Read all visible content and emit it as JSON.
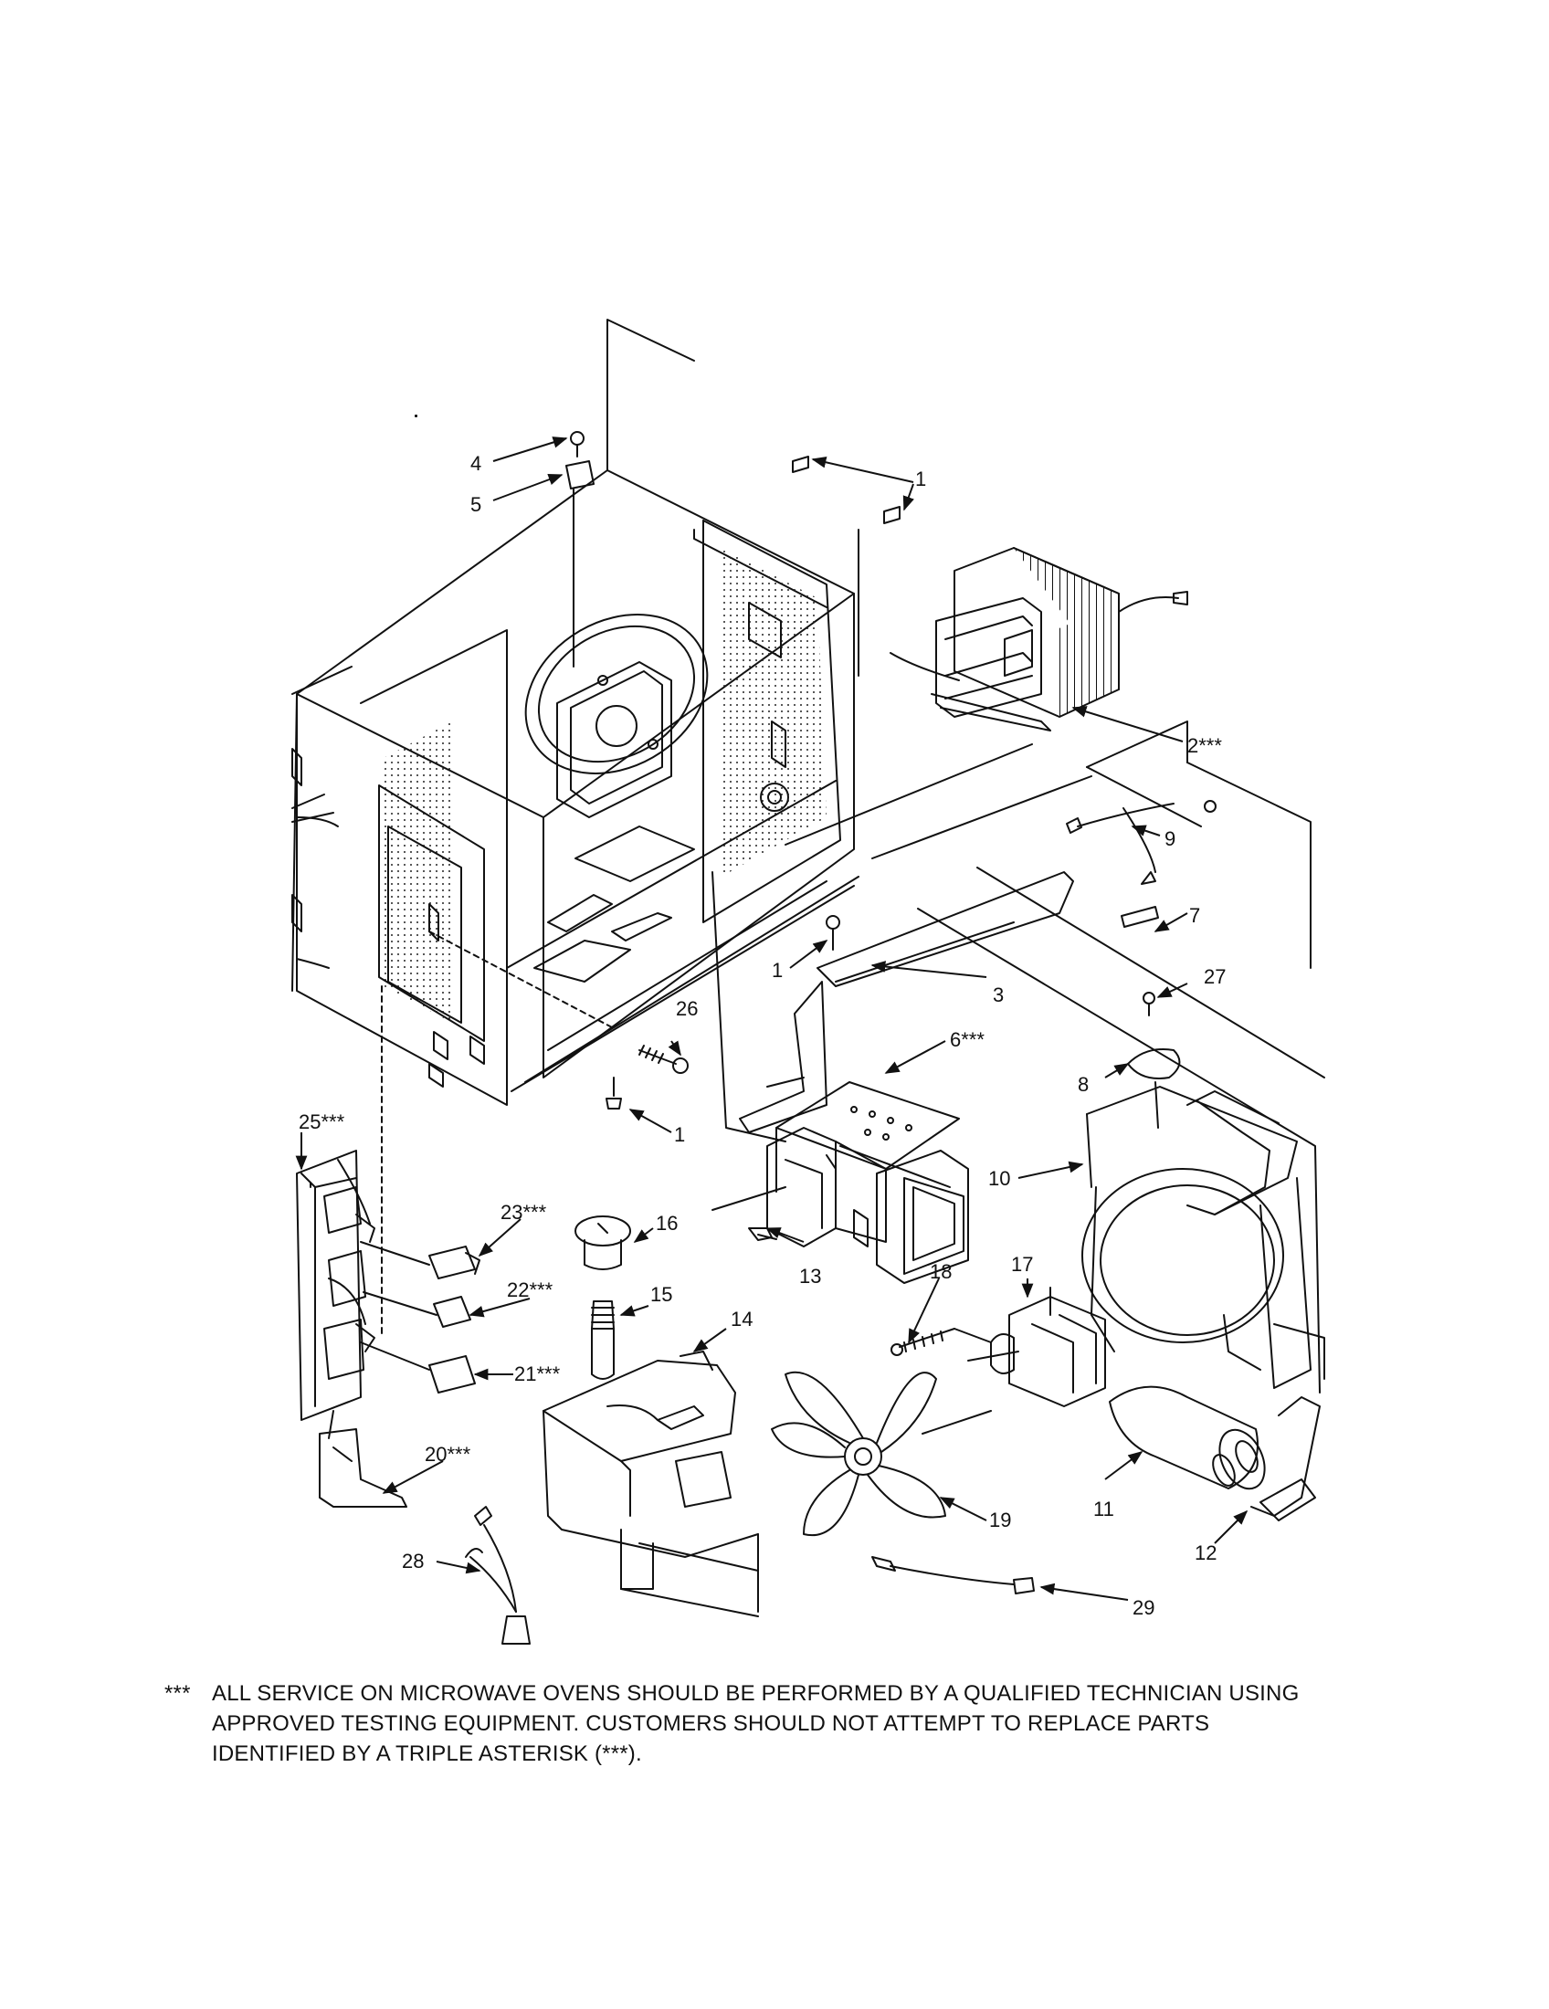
{
  "parts": [
    {
      "id": "1",
      "text": "1"
    },
    {
      "id": "2",
      "text": "2***"
    },
    {
      "id": "3",
      "text": "3"
    },
    {
      "id": "4",
      "text": "4"
    },
    {
      "id": "5",
      "text": "5"
    },
    {
      "id": "6",
      "text": "6***"
    },
    {
      "id": "7",
      "text": "7"
    },
    {
      "id": "8",
      "text": "8"
    },
    {
      "id": "9",
      "text": "9"
    },
    {
      "id": "10",
      "text": "10"
    },
    {
      "id": "11",
      "text": "11"
    },
    {
      "id": "12",
      "text": "12"
    },
    {
      "id": "13",
      "text": "13"
    },
    {
      "id": "14",
      "text": "14"
    },
    {
      "id": "15",
      "text": "15"
    },
    {
      "id": "16",
      "text": "16"
    },
    {
      "id": "17",
      "text": "17"
    },
    {
      "id": "18",
      "text": "18"
    },
    {
      "id": "19",
      "text": "19"
    },
    {
      "id": "20",
      "text": "20***"
    },
    {
      "id": "21",
      "text": "21***"
    },
    {
      "id": "22",
      "text": "22***"
    },
    {
      "id": "23",
      "text": "23***"
    },
    {
      "id": "25",
      "text": "25***"
    },
    {
      "id": "26",
      "text": "26"
    },
    {
      "id": "27",
      "text": "27"
    },
    {
      "id": "28",
      "text": "28"
    },
    {
      "id": "29",
      "text": "29"
    }
  ],
  "note": {
    "marker": "***",
    "lines": [
      "ALL SERVICE ON MICROWAVE OVENS SHOULD BE PERFORMED BY A QUALIFIED TECHNICIAN USING",
      "APPROVED TESTING EQUIPMENT.  CUSTOMERS SHOULD NOT ATTEMPT TO REPLACE PARTS",
      "IDENTIFIED BY A TRIPLE ASTERISK (***)."
    ]
  }
}
